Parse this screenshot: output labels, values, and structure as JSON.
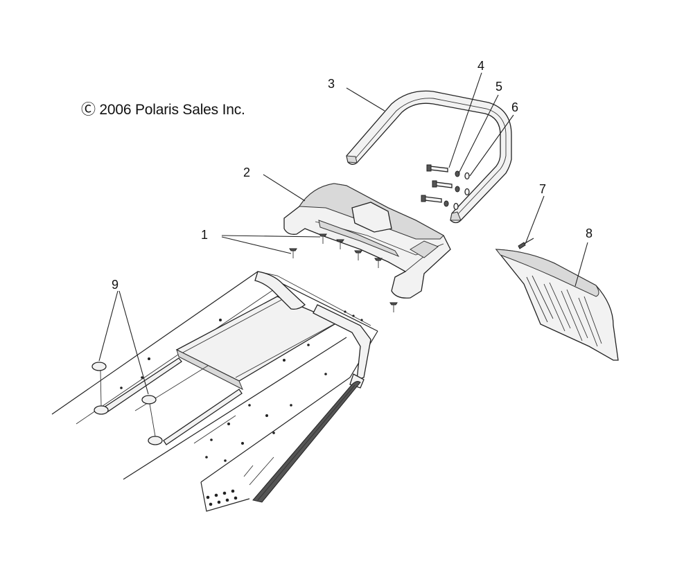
{
  "copyright": "Ⓒ 2006 Polaris Sales Inc.",
  "callouts": {
    "c1": "1",
    "c2": "2",
    "c3": "3",
    "c4": "4",
    "c5": "5",
    "c6": "6",
    "c7": "7",
    "c8": "8",
    "c9": "9"
  }
}
